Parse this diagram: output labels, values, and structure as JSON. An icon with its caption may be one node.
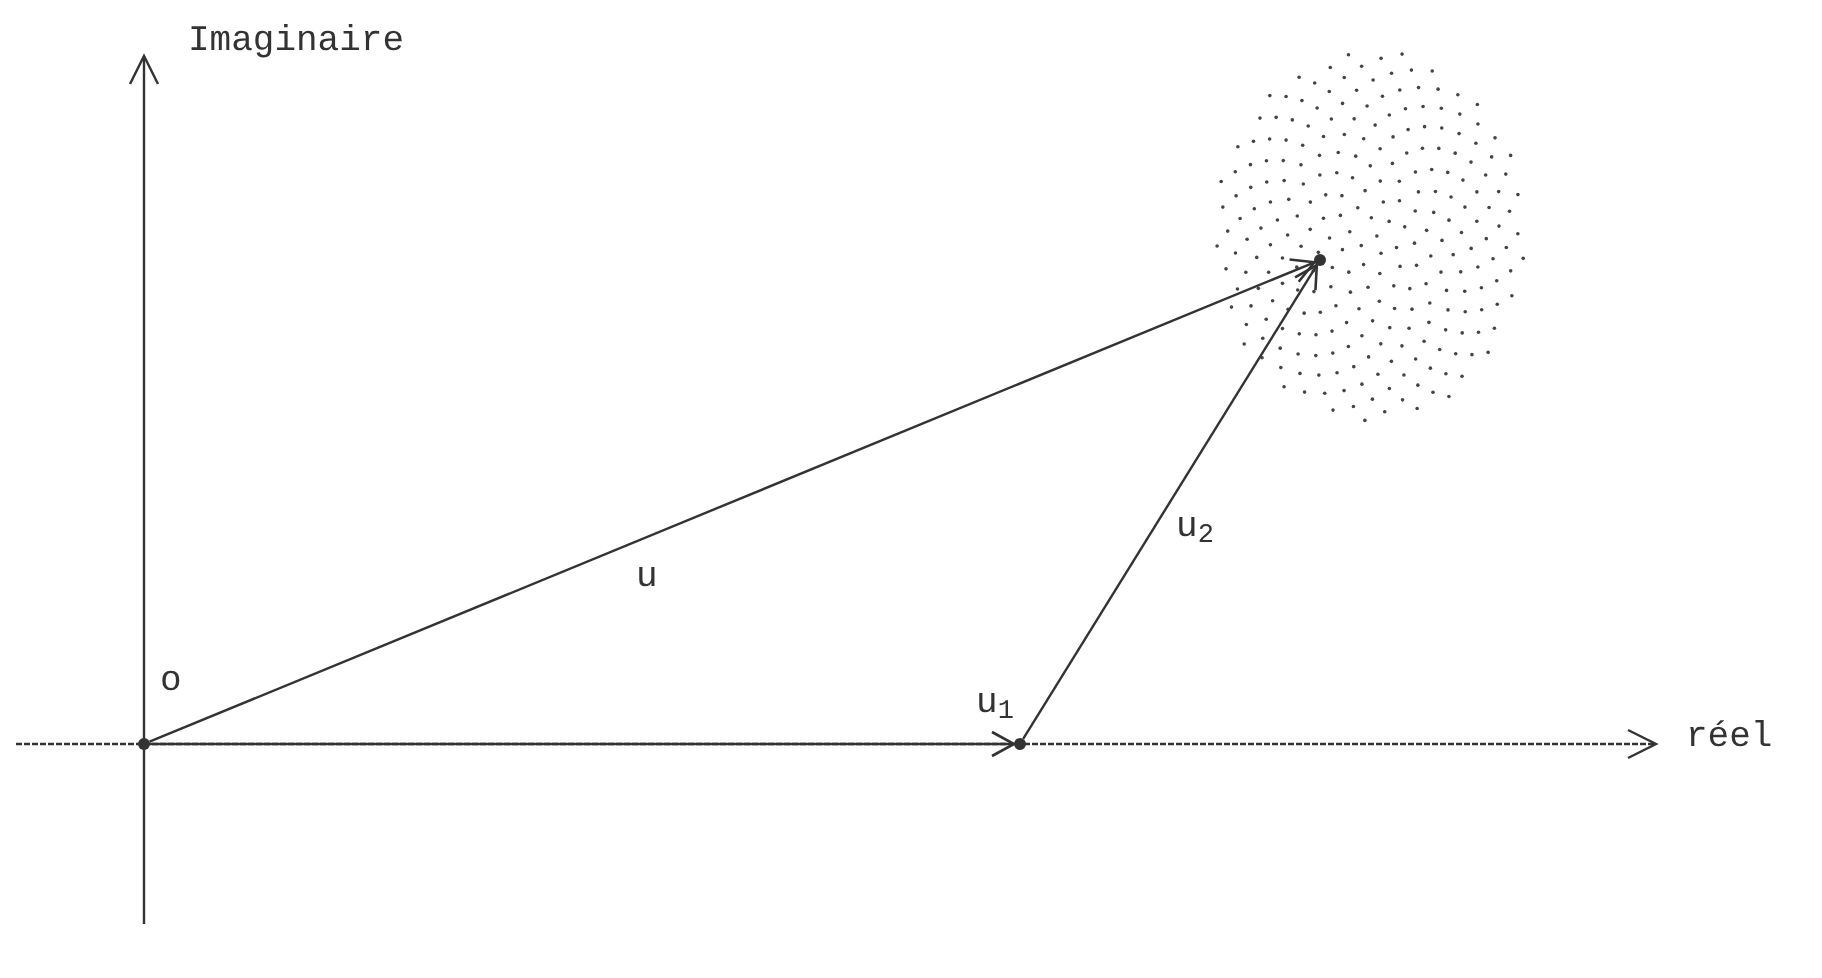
{
  "diagram": {
    "nodes": [
      {
        "text": [],
        "shape": "circle"
      },
      {
        "text": [],
        "shape": "circle"
      },
      {
        "text": [],
        "shape": "circle"
      }
    ],
    "edges": [
      {
        "from": 0,
        "to": 2,
        "arrow": "to",
        "label": "u"
      },
      {
        "from": 0,
        "to": 1,
        "arrow": "to",
        "label": "u$_{1}$"
      },
      {
        "from": 1,
        "to": 2,
        "arrow": "to",
        "label": "u$_{2}$"
      }
    ],
    "labels": [
      "Imaginaire",
      "o",
      "réel"
    ]
  }
}
